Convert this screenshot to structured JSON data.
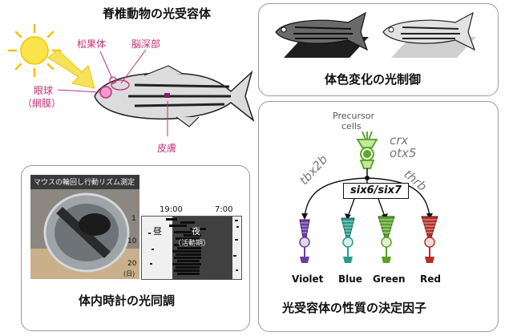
{
  "vertebrate": {
    "title": "脊椎動物の光受容体",
    "labels": {
      "pineal": "松果体",
      "deep_brain": "脳深部",
      "eye": "眼球",
      "retina": "（網膜）",
      "skin": "皮膚"
    }
  },
  "body_color": {
    "title": "体色変化の光制御"
  },
  "clock": {
    "title": "体内時計の光同調",
    "photo_caption": "マウスの輪回し行動リズム測定",
    "time_left": "19:00",
    "time_right": "7:00",
    "day_label": "昼",
    "night_label": "夜",
    "active_label": "（活動期）",
    "row_1": "1",
    "row_10": "10",
    "row_20": "20",
    "axis_unit": "(日)"
  },
  "photoreceptor": {
    "title": "光受容体の性質の決定因子",
    "precursor_line1": "Precursor",
    "precursor_line2": "cells",
    "gene_crx": "crx",
    "gene_otx5": "otx5",
    "gene_tbx2b": "tbx2b",
    "gene_thrb": "thrb",
    "gene_six": "six6/six7",
    "cones": [
      {
        "label": "Violet",
        "color": "#6b3fa0"
      },
      {
        "label": "Blue",
        "color": "#2a9a8c"
      },
      {
        "label": "Green",
        "color": "#5aa02c"
      },
      {
        "label": "Red",
        "color": "#b5302a"
      }
    ]
  }
}
